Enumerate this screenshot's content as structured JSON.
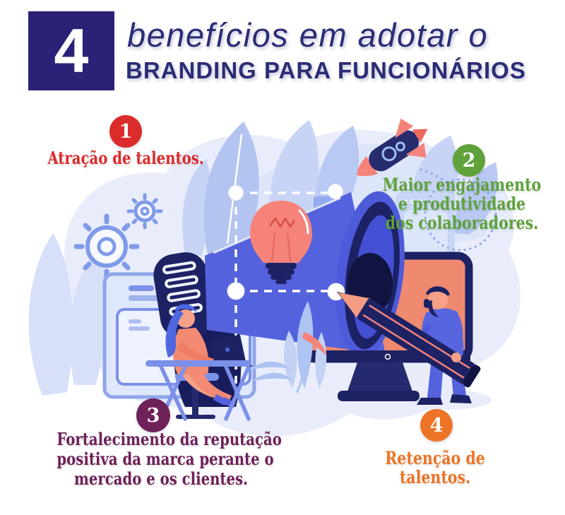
{
  "header": {
    "count": "4",
    "title_line1": "benefícios em adotar o",
    "title_line2": "BRANDING PARA FUNCIONÁRIOS"
  },
  "benefits": [
    {
      "number": "1",
      "color": "#dc2b2b",
      "text": "Atração de talentos.",
      "lines": [
        "Atração de talentos."
      ]
    },
    {
      "number": "2",
      "color": "#5fa23a",
      "text": "Maior engajamento e produtividade dos colaboradores.",
      "lines": [
        "Maior engajamento",
        "e produtividade",
        "dos colaboradores."
      ]
    },
    {
      "number": "3",
      "color": "#6e2159",
      "text": "Fortalecimento da reputação positiva da marca perante o mercado e os clientes.",
      "lines": [
        "Fortalecimento da reputação",
        "positiva da marca perante o",
        "mercado e os clientes."
      ]
    },
    {
      "number": "4",
      "color": "#ed7426",
      "text": "Retenção de talentos.",
      "lines": [
        "Retenção de",
        "talentos."
      ]
    }
  ],
  "illustration": {
    "description": "Flat vector scene: giant blue megaphone with idea light bulb, dashed plan path, rocket, gears, browser windows, monitor, woman working on laptop at desk and man holding a giant pencil",
    "elements": [
      "megaphone",
      "light-bulb",
      "rocket",
      "gears",
      "browser-windows",
      "monitor",
      "giant-pencil",
      "woman-at-desk",
      "standing-man",
      "leaves",
      "dashed-path"
    ]
  },
  "colors": {
    "title_navy": "#2b2d76",
    "badge_square_navy": "#2b2277",
    "red": "#dc2b2b",
    "green": "#5fa23a",
    "purple": "#6e2159",
    "orange": "#ed7426",
    "illustration_navy": "#1d2264",
    "royal_blue": "#5562dd",
    "periwinkle": "#7b90e9",
    "pale_blue": "#ccd9f6",
    "leaf_blue": "#b3c4f0",
    "salmon": "#f5837a",
    "skin": "#f7a189",
    "background": "#ffffff"
  }
}
